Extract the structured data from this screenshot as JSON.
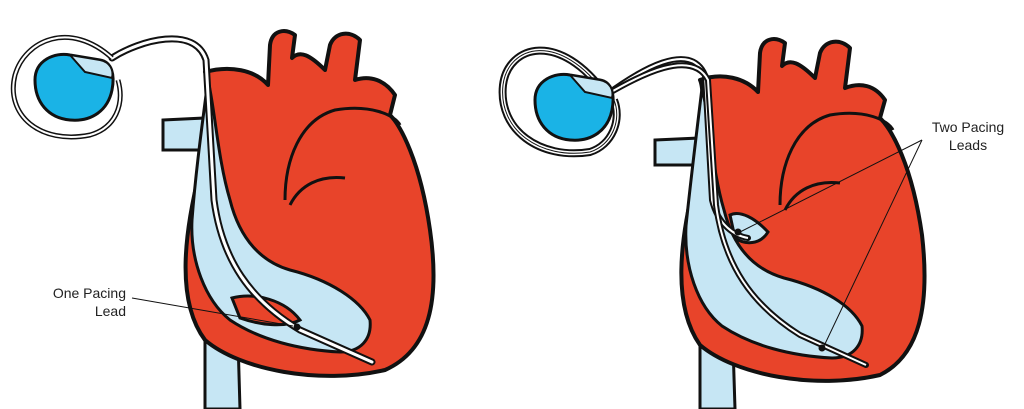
{
  "colors": {
    "heart_red": "#e8442a",
    "chamber_blue": "#c6e6f4",
    "device_cyan": "#1ab3e6",
    "outline": "#111111",
    "background": "#ffffff"
  },
  "panels": [
    {
      "id": "single-lead",
      "label_lines": [
        "One Pacing",
        "Lead"
      ],
      "lead_count": 1
    },
    {
      "id": "dual-lead",
      "label_lines": [
        "Two Pacing",
        "Leads"
      ],
      "lead_count": 2
    }
  ],
  "icons": [
    "pacemaker-icon",
    "heart-icon",
    "pacing-lead-icon"
  ]
}
